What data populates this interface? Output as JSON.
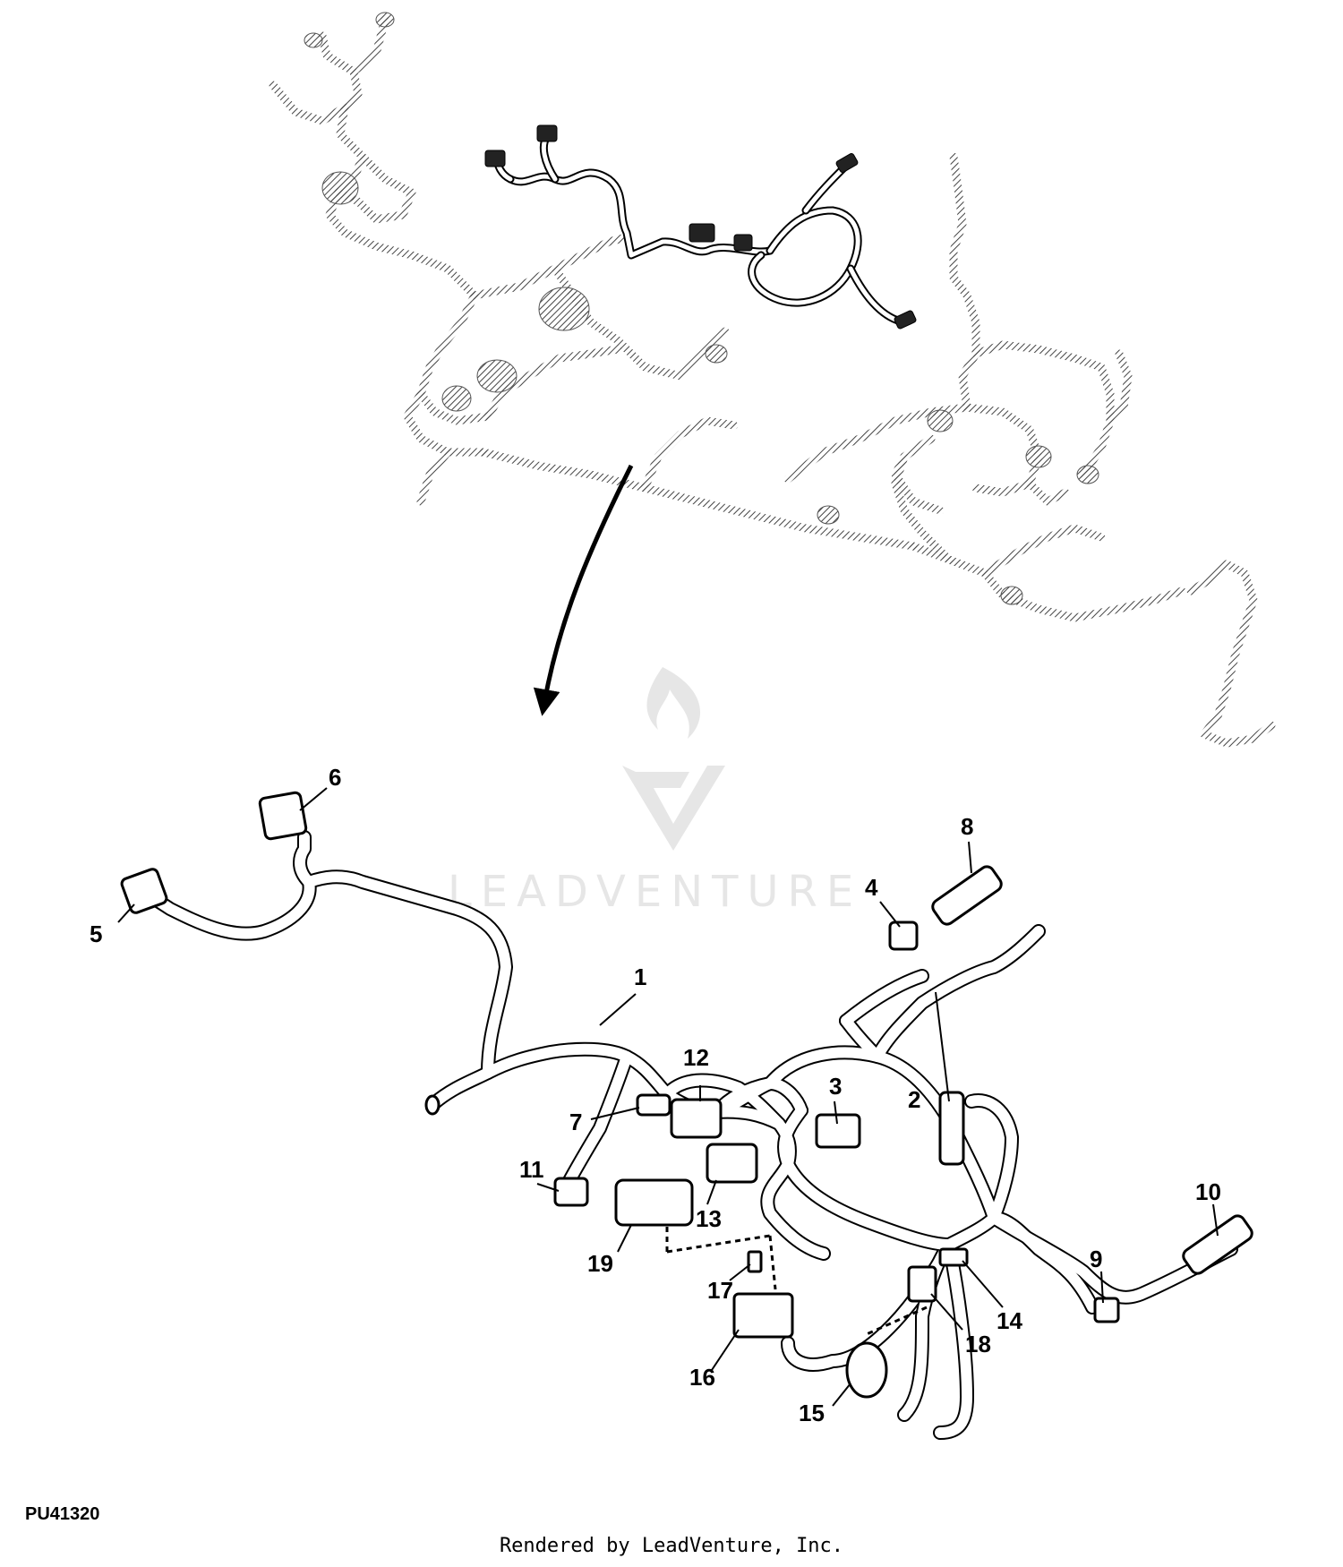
{
  "figure_id": "PU41320",
  "footer_text": "Rendered by LeadVenture, Inc.",
  "watermark_text": "LEADVENTURE",
  "colors": {
    "line": "#000000",
    "ghost": "#555555",
    "watermark": "#e6e6e6",
    "background": "#ffffff"
  },
  "callouts": [
    {
      "label": "1"
    },
    {
      "label": "2"
    },
    {
      "label": "3"
    },
    {
      "label": "4"
    },
    {
      "label": "5"
    },
    {
      "label": "6"
    },
    {
      "label": "7"
    },
    {
      "label": "8"
    },
    {
      "label": "9"
    },
    {
      "label": "10"
    },
    {
      "label": "11"
    },
    {
      "label": "12"
    },
    {
      "label": "13"
    },
    {
      "label": "14"
    },
    {
      "label": "15"
    },
    {
      "label": "16"
    },
    {
      "label": "17"
    },
    {
      "label": "18"
    },
    {
      "label": "19"
    }
  ]
}
